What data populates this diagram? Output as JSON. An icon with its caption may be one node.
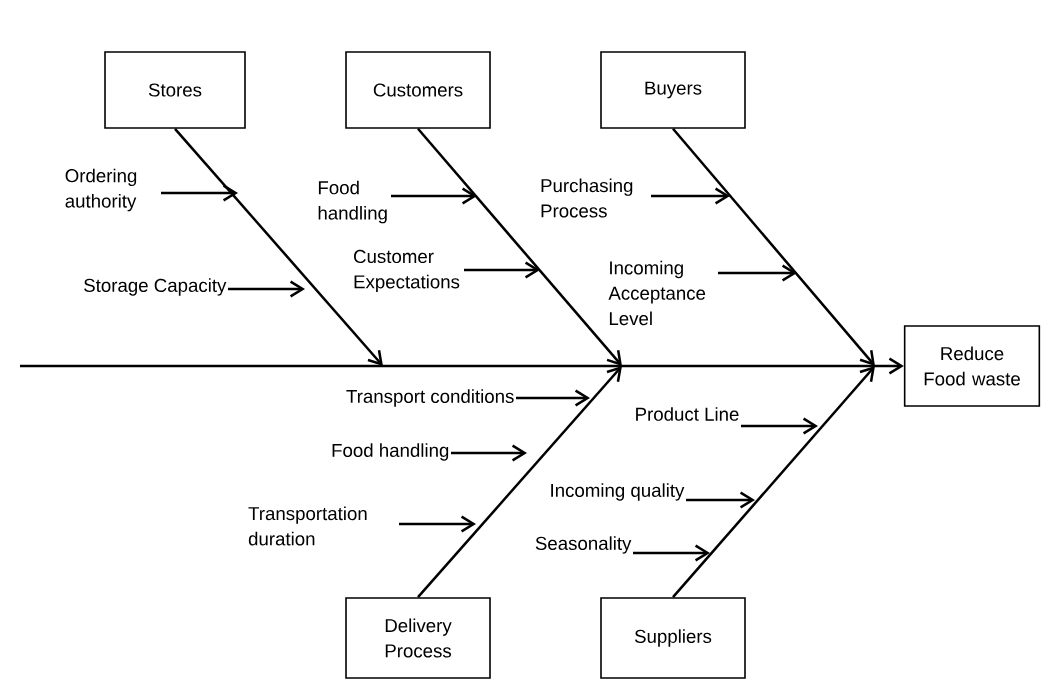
{
  "diagram": {
    "nodes": [
      {
        "text": [
          "Stores"
        ]
      },
      {
        "text": [
          "Customers"
        ]
      },
      {
        "text": [
          "Buyers"
        ]
      },
      {
        "text": [
          "Reduce Food waste"
        ]
      },
      {
        "text": [
          "Delivery Process"
        ]
      },
      {
        "text": [
          "Suppliers"
        ]
      },
      {
        "text": [
          "Ordering authority"
        ]
      },
      {
        "text": [
          "Storage Capacity"
        ]
      },
      {
        "text": [
          "Food handling"
        ]
      },
      {
        "text": [
          "Customer Expectations"
        ]
      },
      {
        "text": [
          "Purchasing Process"
        ]
      },
      {
        "text": [
          "Incoming Acceptance Level"
        ]
      },
      {
        "text": [
          "Transport conditions"
        ]
      },
      {
        "text": [
          "Food handling"
        ]
      },
      {
        "text": [
          "Transportation duration"
        ]
      },
      {
        "text": [
          "Product Line"
        ]
      },
      {
        "text": [
          "Incoming quality"
        ]
      },
      {
        "text": [
          "Seasonality"
        ]
      }
    ],
    "edges": [
      {
        "from": null,
        "to": 3,
        "arrow": "to"
      },
      {
        "from": 0,
        "to": null,
        "arrow": "to"
      },
      {
        "from": 1,
        "to": null,
        "arrow": "to"
      },
      {
        "from": 2,
        "to": null,
        "arrow": "to"
      },
      {
        "from": 4,
        "to": null,
        "arrow": "to"
      },
      {
        "from": 5,
        "to": null,
        "arrow": "to"
      },
      {
        "from": 6,
        "to": null,
        "arrow": "to"
      },
      {
        "from": 7,
        "to": null,
        "arrow": "to"
      },
      {
        "from": 8,
        "to": null,
        "arrow": "to"
      },
      {
        "from": 9,
        "to": null,
        "arrow": "to"
      },
      {
        "from": 10,
        "to": null,
        "arrow": "to"
      },
      {
        "from": 11,
        "to": null,
        "arrow": "to"
      },
      {
        "from": 12,
        "to": null,
        "arrow": "to"
      },
      {
        "from": 13,
        "to": null,
        "arrow": "to"
      },
      {
        "from": 14,
        "to": null,
        "arrow": "to"
      },
      {
        "from": 15,
        "to": null,
        "arrow": "to"
      },
      {
        "from": 16,
        "to": null,
        "arrow": "to"
      },
      {
        "from": 17,
        "to": null,
        "arrow": "to"
      }
    ]
  }
}
